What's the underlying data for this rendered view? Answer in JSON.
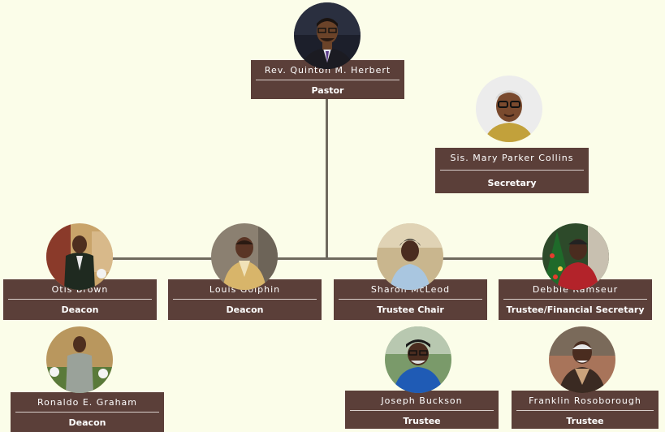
{
  "colors": {
    "background": "#fbfde9",
    "card": "#5b3f39",
    "connector": "#6f6a5e",
    "text": "#ffffff"
  },
  "people": [
    {
      "id": "pastor",
      "name": "Rev. Quinton M. Herbert",
      "role": "Pastor"
    },
    {
      "id": "secretary",
      "name": "Sis. Mary Parker Collins",
      "role": "Secretary"
    },
    {
      "id": "otis-brown",
      "name": "Otis Brown",
      "role": "Deacon"
    },
    {
      "id": "louis-golphin",
      "name": "Louis Golphin",
      "role": "Deacon"
    },
    {
      "id": "sharon-mcleod",
      "name": "Sharon McLeod",
      "role": "Trustee Chair"
    },
    {
      "id": "debbie-ramseur",
      "name": "Debbie Ramseur",
      "role": "Trustee/Financial Secretary"
    },
    {
      "id": "ronaldo-graham",
      "name": "Ronaldo E. Graham",
      "role": "Deacon"
    },
    {
      "id": "joseph-buckson",
      "name": "Joseph Buckson",
      "role": "Trustee"
    },
    {
      "id": "franklin-rosoborough",
      "name": "Franklin Rosoborough",
      "role": "Trustee"
    }
  ]
}
